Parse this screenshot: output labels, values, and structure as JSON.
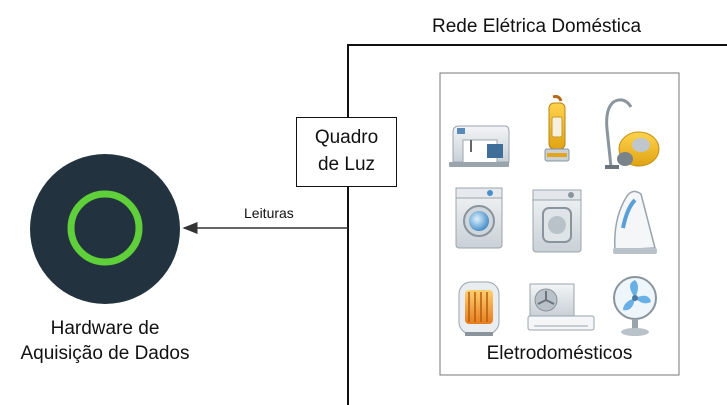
{
  "network": {
    "title": "Rede Elétrica Doméstica"
  },
  "panel": {
    "line1": "Quadro",
    "line2": "de Luz"
  },
  "connection": {
    "label": "Leituras"
  },
  "hardware": {
    "line1": "Hardware de",
    "line2": "Aquisição de Dados",
    "ring_color": "#5fd03a",
    "disc_color": "#22333f"
  },
  "appliances": {
    "label": "Eletrodomésticos",
    "icons": [
      "sewing-machine-icon",
      "upright-vacuum-icon",
      "canister-vacuum-icon",
      "washing-machine-icon",
      "dryer-icon",
      "iron-icon",
      "heater-icon",
      "air-conditioner-icon",
      "fan-icon"
    ]
  }
}
